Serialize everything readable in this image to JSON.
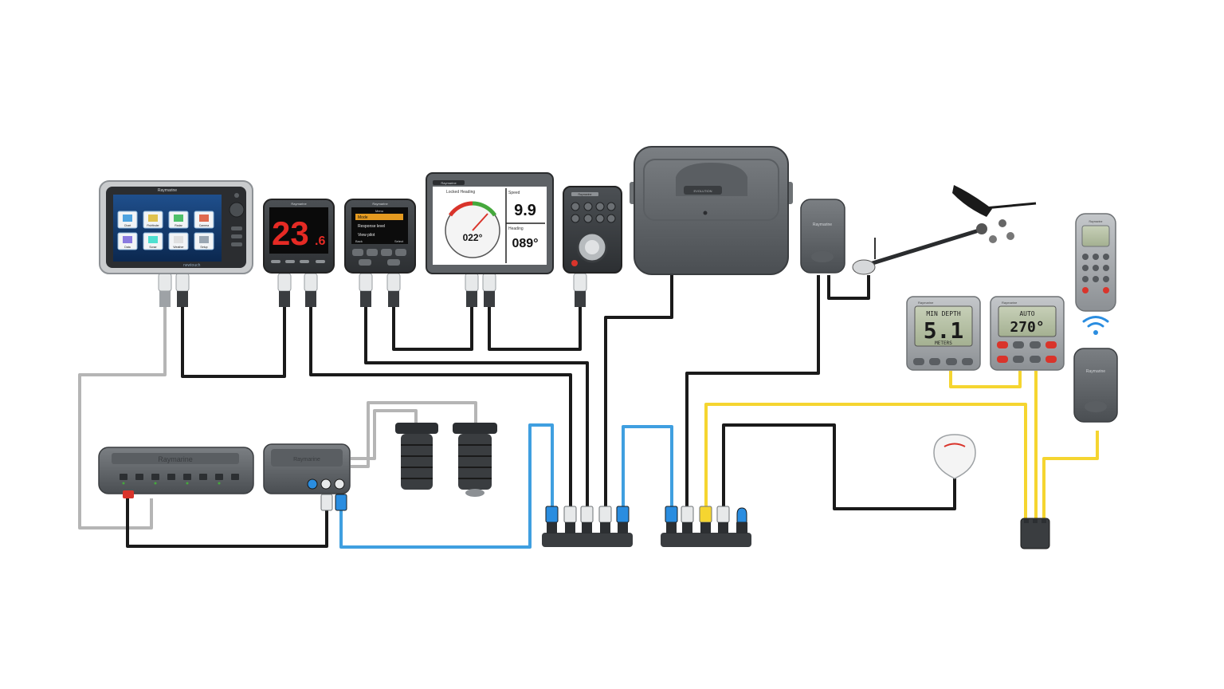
{
  "brand": "Raymarine",
  "mfd": {
    "brand_label": "Raymarine",
    "model_label": "newtouch",
    "home_tiles": [
      "Chart",
      "Fishfinder",
      "Radar",
      "Camera",
      "Data",
      "Sonar",
      "Weather",
      "Setup"
    ]
  },
  "depth_display": {
    "brand_label": "Raymarine",
    "value_main": "23",
    "value_decimal": ".6"
  },
  "autopilot_control": {
    "brand_label": "Raymarine",
    "menu_title": "Menu",
    "menu_items": [
      "Mode",
      "Response level",
      "View pilot"
    ],
    "softkeys": [
      "Back",
      "Select"
    ]
  },
  "instrument_display": {
    "brand_label": "Raymarine",
    "panel_title": "Locked Heading",
    "gauge_value": "022°",
    "speed_label": "Speed",
    "speed_value": "9.9",
    "heading_label": "Heading",
    "heading_value": "089°"
  },
  "keypad": {
    "brand_label": "Raymarine"
  },
  "course_computer": {
    "badge": "EVOLUTION"
  },
  "sensor_pod": {
    "brand_label": "Raymarine"
  },
  "remote_unit": {
    "brand_label": "Raymarine"
  },
  "remote_base": {
    "brand_label": "Raymarine"
  },
  "network_switch": {
    "brand_label": "Raymarine"
  },
  "sounder_module": {
    "brand_label": "Raymarine"
  },
  "st_depth_display": {
    "brand_label": "Raymarine",
    "title": "MIN DEPTH",
    "value": "5.1",
    "unit": "METERS"
  },
  "st_pilot_display": {
    "brand_label": "Raymarine",
    "mode": "AUTO",
    "value": "270°"
  },
  "colors": {
    "cable_black": "#1a1a1a",
    "cable_gray": "#b5b5b5",
    "cable_blue": "#3f9fe0",
    "cable_yellow": "#f5d530",
    "device_dark": "#3a3d40",
    "device_mid": "#6e7275",
    "device_light": "#9da1a4",
    "lcd_green": "#b9c4a8",
    "accent_red": "#d9342b"
  },
  "icons": [
    "wind-vane-icon",
    "gps-antenna-icon",
    "wireless-signal-icon",
    "transducer-icon"
  ]
}
